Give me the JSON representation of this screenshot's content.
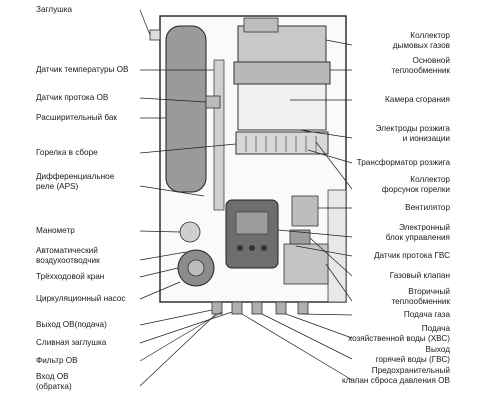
{
  "labels_left": [
    {
      "id": "plug-top",
      "text": "Заглушка"
    },
    {
      "id": "ch-temp-sensor",
      "text": "Датчик температуры ОВ"
    },
    {
      "id": "ch-flow-sensor",
      "text": "Датчик протока ОВ"
    },
    {
      "id": "expansion-tank",
      "text": "Расширительный бак"
    },
    {
      "id": "burner-assembly",
      "text": "Горелка в сборе"
    },
    {
      "id": "aps-relay",
      "text": "Дифференциальное\nреле (APS)"
    },
    {
      "id": "manometer",
      "text": "Манометр"
    },
    {
      "id": "auto-air-vent",
      "text": "Автоматический\nвоздухоотводчик"
    },
    {
      "id": "three-way-valve",
      "text": "Трёхходовой кран"
    },
    {
      "id": "circulation-pump",
      "text": "Циркуляционный насос"
    },
    {
      "id": "ch-outlet",
      "text": "Выход ОВ(подача)"
    },
    {
      "id": "drain-plug",
      "text": "Сливная заглушка"
    },
    {
      "id": "ch-filter",
      "text": "Фильтр ОВ"
    },
    {
      "id": "ch-inlet",
      "text": "Вход ОВ\n(обратка)"
    }
  ],
  "labels_right": [
    {
      "id": "flue-collector",
      "text": "Коллектор\nдымовых газов"
    },
    {
      "id": "main-heat-exchanger",
      "text": "Основной\nтеплообменник"
    },
    {
      "id": "combustion-chamber",
      "text": "Камера сгорания"
    },
    {
      "id": "ignition-electrodes",
      "text": "Электроды розжига\nи ионизации"
    },
    {
      "id": "ignition-transformer",
      "text": "Трансформатор розжига"
    },
    {
      "id": "burner-nozzle-collector",
      "text": "Коллектор\nфорсунок горелки"
    },
    {
      "id": "fan",
      "text": "Вентилятор"
    },
    {
      "id": "control-unit",
      "text": "Электронный\nблок управления"
    },
    {
      "id": "dhw-flow-sensor",
      "text": "Датчик протока ГВС"
    },
    {
      "id": "gas-valve",
      "text": "Газовый клапан"
    },
    {
      "id": "secondary-heat-exchanger",
      "text": "Вторичный\nтеплообменник"
    },
    {
      "id": "gas-supply",
      "text": "Подача газа"
    },
    {
      "id": "cold-water-supply",
      "text": "Подача\nхозяйственной воды (ХВС)"
    },
    {
      "id": "dhw-outlet",
      "text": "Выход\nгорячей воды (ГВС)"
    },
    {
      "id": "safety-valve",
      "text": "Предохранительный\nклапан сброса давления ОВ"
    }
  ]
}
